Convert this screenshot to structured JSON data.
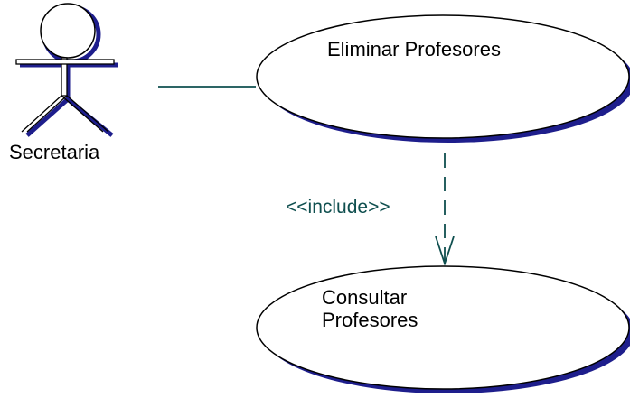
{
  "actor": {
    "name": "Secretaria"
  },
  "use_cases": [
    {
      "id": "uc1",
      "name": "Eliminar Profesores"
    },
    {
      "id": "uc2",
      "line1": "Consultar",
      "line2": "Profesores"
    }
  ],
  "relationships": [
    {
      "type": "association",
      "from": "Secretaria",
      "to": "Eliminar Profesores"
    },
    {
      "type": "include",
      "label": "<<include>>",
      "from": "Eliminar Profesores",
      "to": "Consultar Profesores"
    }
  ],
  "colors": {
    "shadow": "#1e1e8c",
    "line": "#0f4f4f",
    "outline": "#000000"
  }
}
